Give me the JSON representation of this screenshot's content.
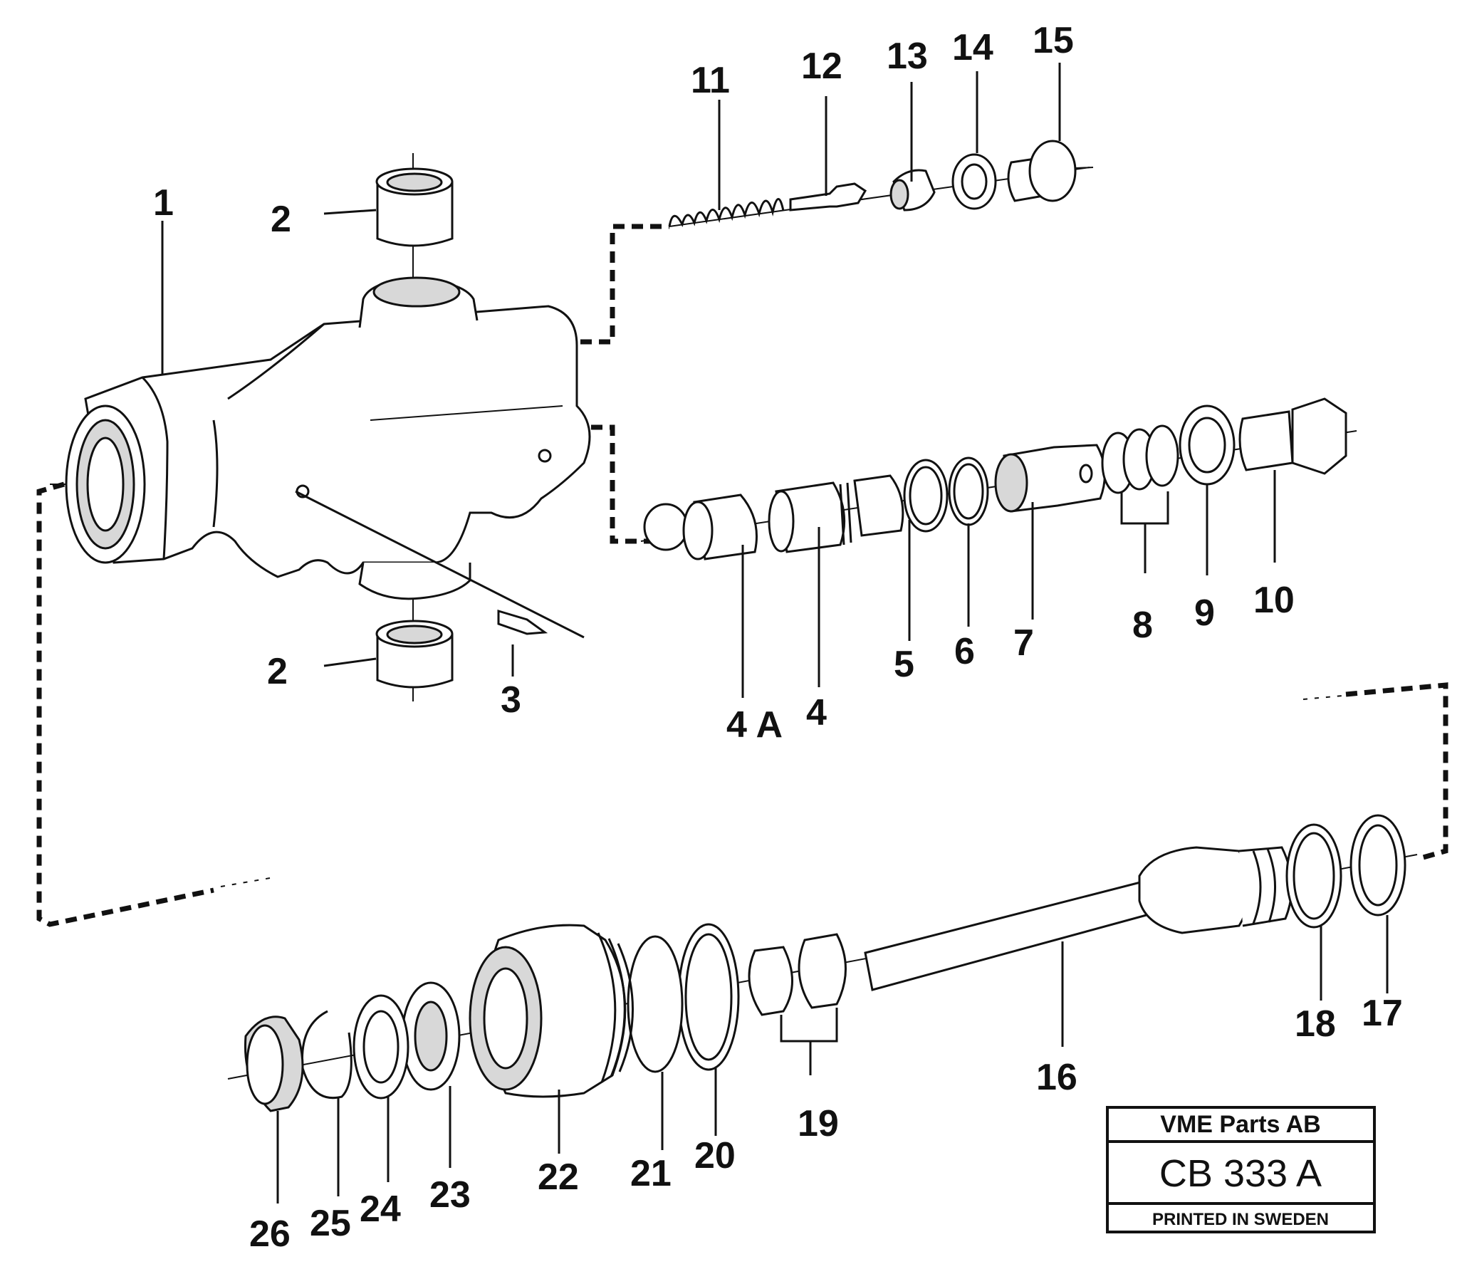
{
  "callouts": {
    "c1": "1",
    "c2a": "2",
    "c2b": "2",
    "c3": "3",
    "c4a": "4 A",
    "c4": "4",
    "c5": "5",
    "c6": "6",
    "c7": "7",
    "c8": "8",
    "c9": "9",
    "c10": "10",
    "c11": "11",
    "c12": "12",
    "c13": "13",
    "c14": "14",
    "c15": "15",
    "c16": "16",
    "c17": "17",
    "c18": "18",
    "c19": "19",
    "c20": "20",
    "c21": "21",
    "c22": "22",
    "c23": "23",
    "c24": "24",
    "c25": "25",
    "c26": "26"
  },
  "title_block": {
    "company": "VME Parts AB",
    "code": "CB 333 A",
    "footer": "PRINTED IN SWEDEN"
  }
}
